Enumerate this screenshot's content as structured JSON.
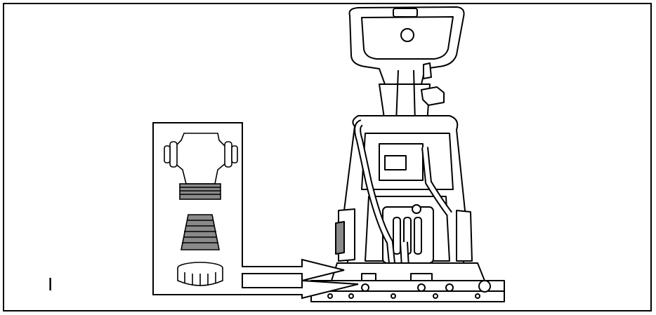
{
  "figure": {
    "label": "I",
    "stroke_color": "#000000",
    "fill_color": "#ffffff",
    "shade_color": "#8a8a8a"
  },
  "callout": {
    "parts": [
      "filter-cap",
      "filter-cartridge",
      "ring-nut"
    ]
  },
  "machine": {
    "name_icon": "floor-scrubber-rear-view"
  }
}
